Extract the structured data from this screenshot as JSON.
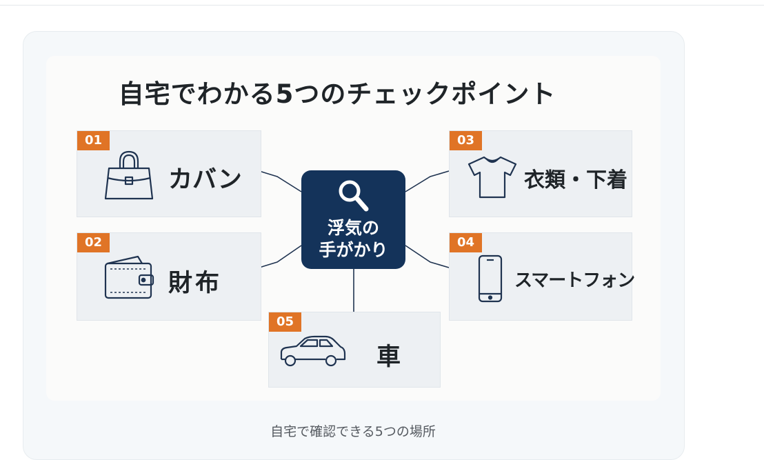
{
  "infographic": {
    "title": "自宅でわかる5つのチェックポイント",
    "center": {
      "line1": "浮気の",
      "line2": "手がかり"
    },
    "items": [
      {
        "number": "01",
        "label": "カバン",
        "icon": "handbag-icon"
      },
      {
        "number": "02",
        "label": "財布",
        "icon": "wallet-icon"
      },
      {
        "number": "03",
        "label": "衣類・下着",
        "icon": "tshirt-icon"
      },
      {
        "number": "04",
        "label": "スマートフォン",
        "icon": "smartphone-icon"
      },
      {
        "number": "05",
        "label": "車",
        "icon": "car-icon"
      }
    ]
  },
  "caption": "自宅で確認できる5つの場所",
  "colors": {
    "accent": "#e07426",
    "center_bg": "#14335a",
    "box_bg": "#edf0f3",
    "line": "#1f3350"
  }
}
